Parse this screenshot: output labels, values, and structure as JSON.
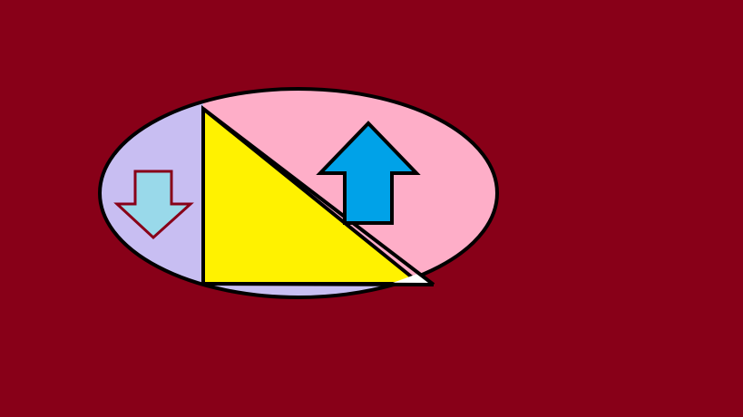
{
  "colors": {
    "background": "#880018",
    "ellipse_left": "#c8bef2",
    "ellipse_right": "#feaec8",
    "triangle": "#fff200",
    "up_arrow": "#00a2e8",
    "down_arrow_fill": "#99d9ea",
    "down_arrow_stroke": "#880018",
    "outline": "#000000",
    "triangle_tip": "#ffffff"
  },
  "shapes": {
    "ellipse": "ellipse",
    "triangle": "right-triangle",
    "up_arrow": "up-arrow",
    "down_arrow": "down-arrow"
  }
}
